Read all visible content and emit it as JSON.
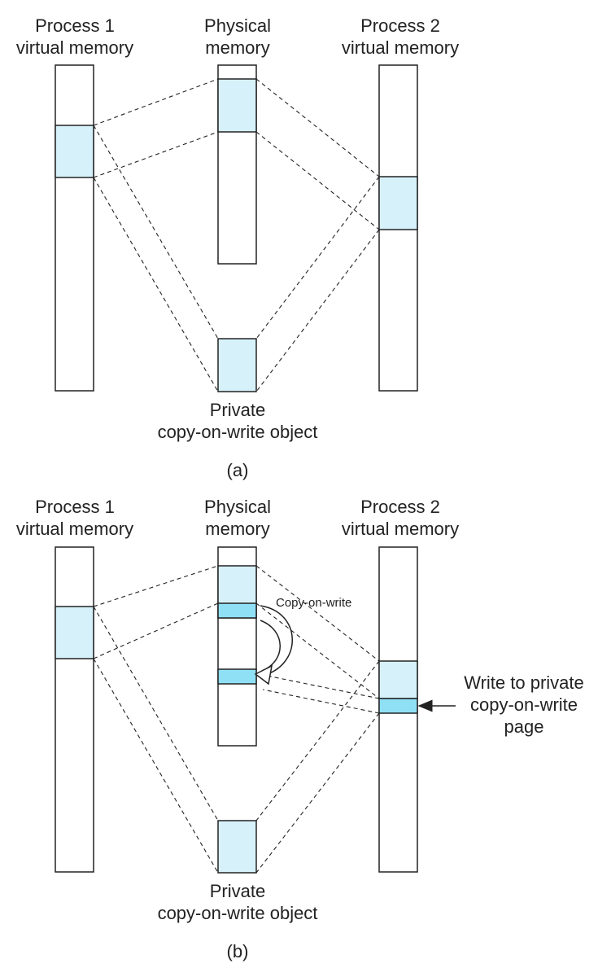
{
  "diagram_a": {
    "process1_label": [
      "Process 1",
      "virtual memory"
    ],
    "physical_label": [
      "Physical",
      "memory"
    ],
    "process2_label": [
      "Process 2",
      "virtual memory"
    ],
    "object_label": [
      "Private",
      "copy-on-write object"
    ],
    "caption": "(a)"
  },
  "diagram_b": {
    "process1_label": [
      "Process 1",
      "virtual memory"
    ],
    "physical_label": [
      "Physical",
      "memory"
    ],
    "process2_label": [
      "Process 2",
      "virtual memory"
    ],
    "object_label": [
      "Private",
      "copy-on-write object"
    ],
    "copy_label": "Copy-on-write",
    "write_label": [
      "Write to private",
      "copy-on-write",
      "page"
    ],
    "caption": "(b)"
  },
  "colors": {
    "shared_page": "#d6f1fa",
    "written_page": "#8fe0f5",
    "stroke": "#222222"
  }
}
